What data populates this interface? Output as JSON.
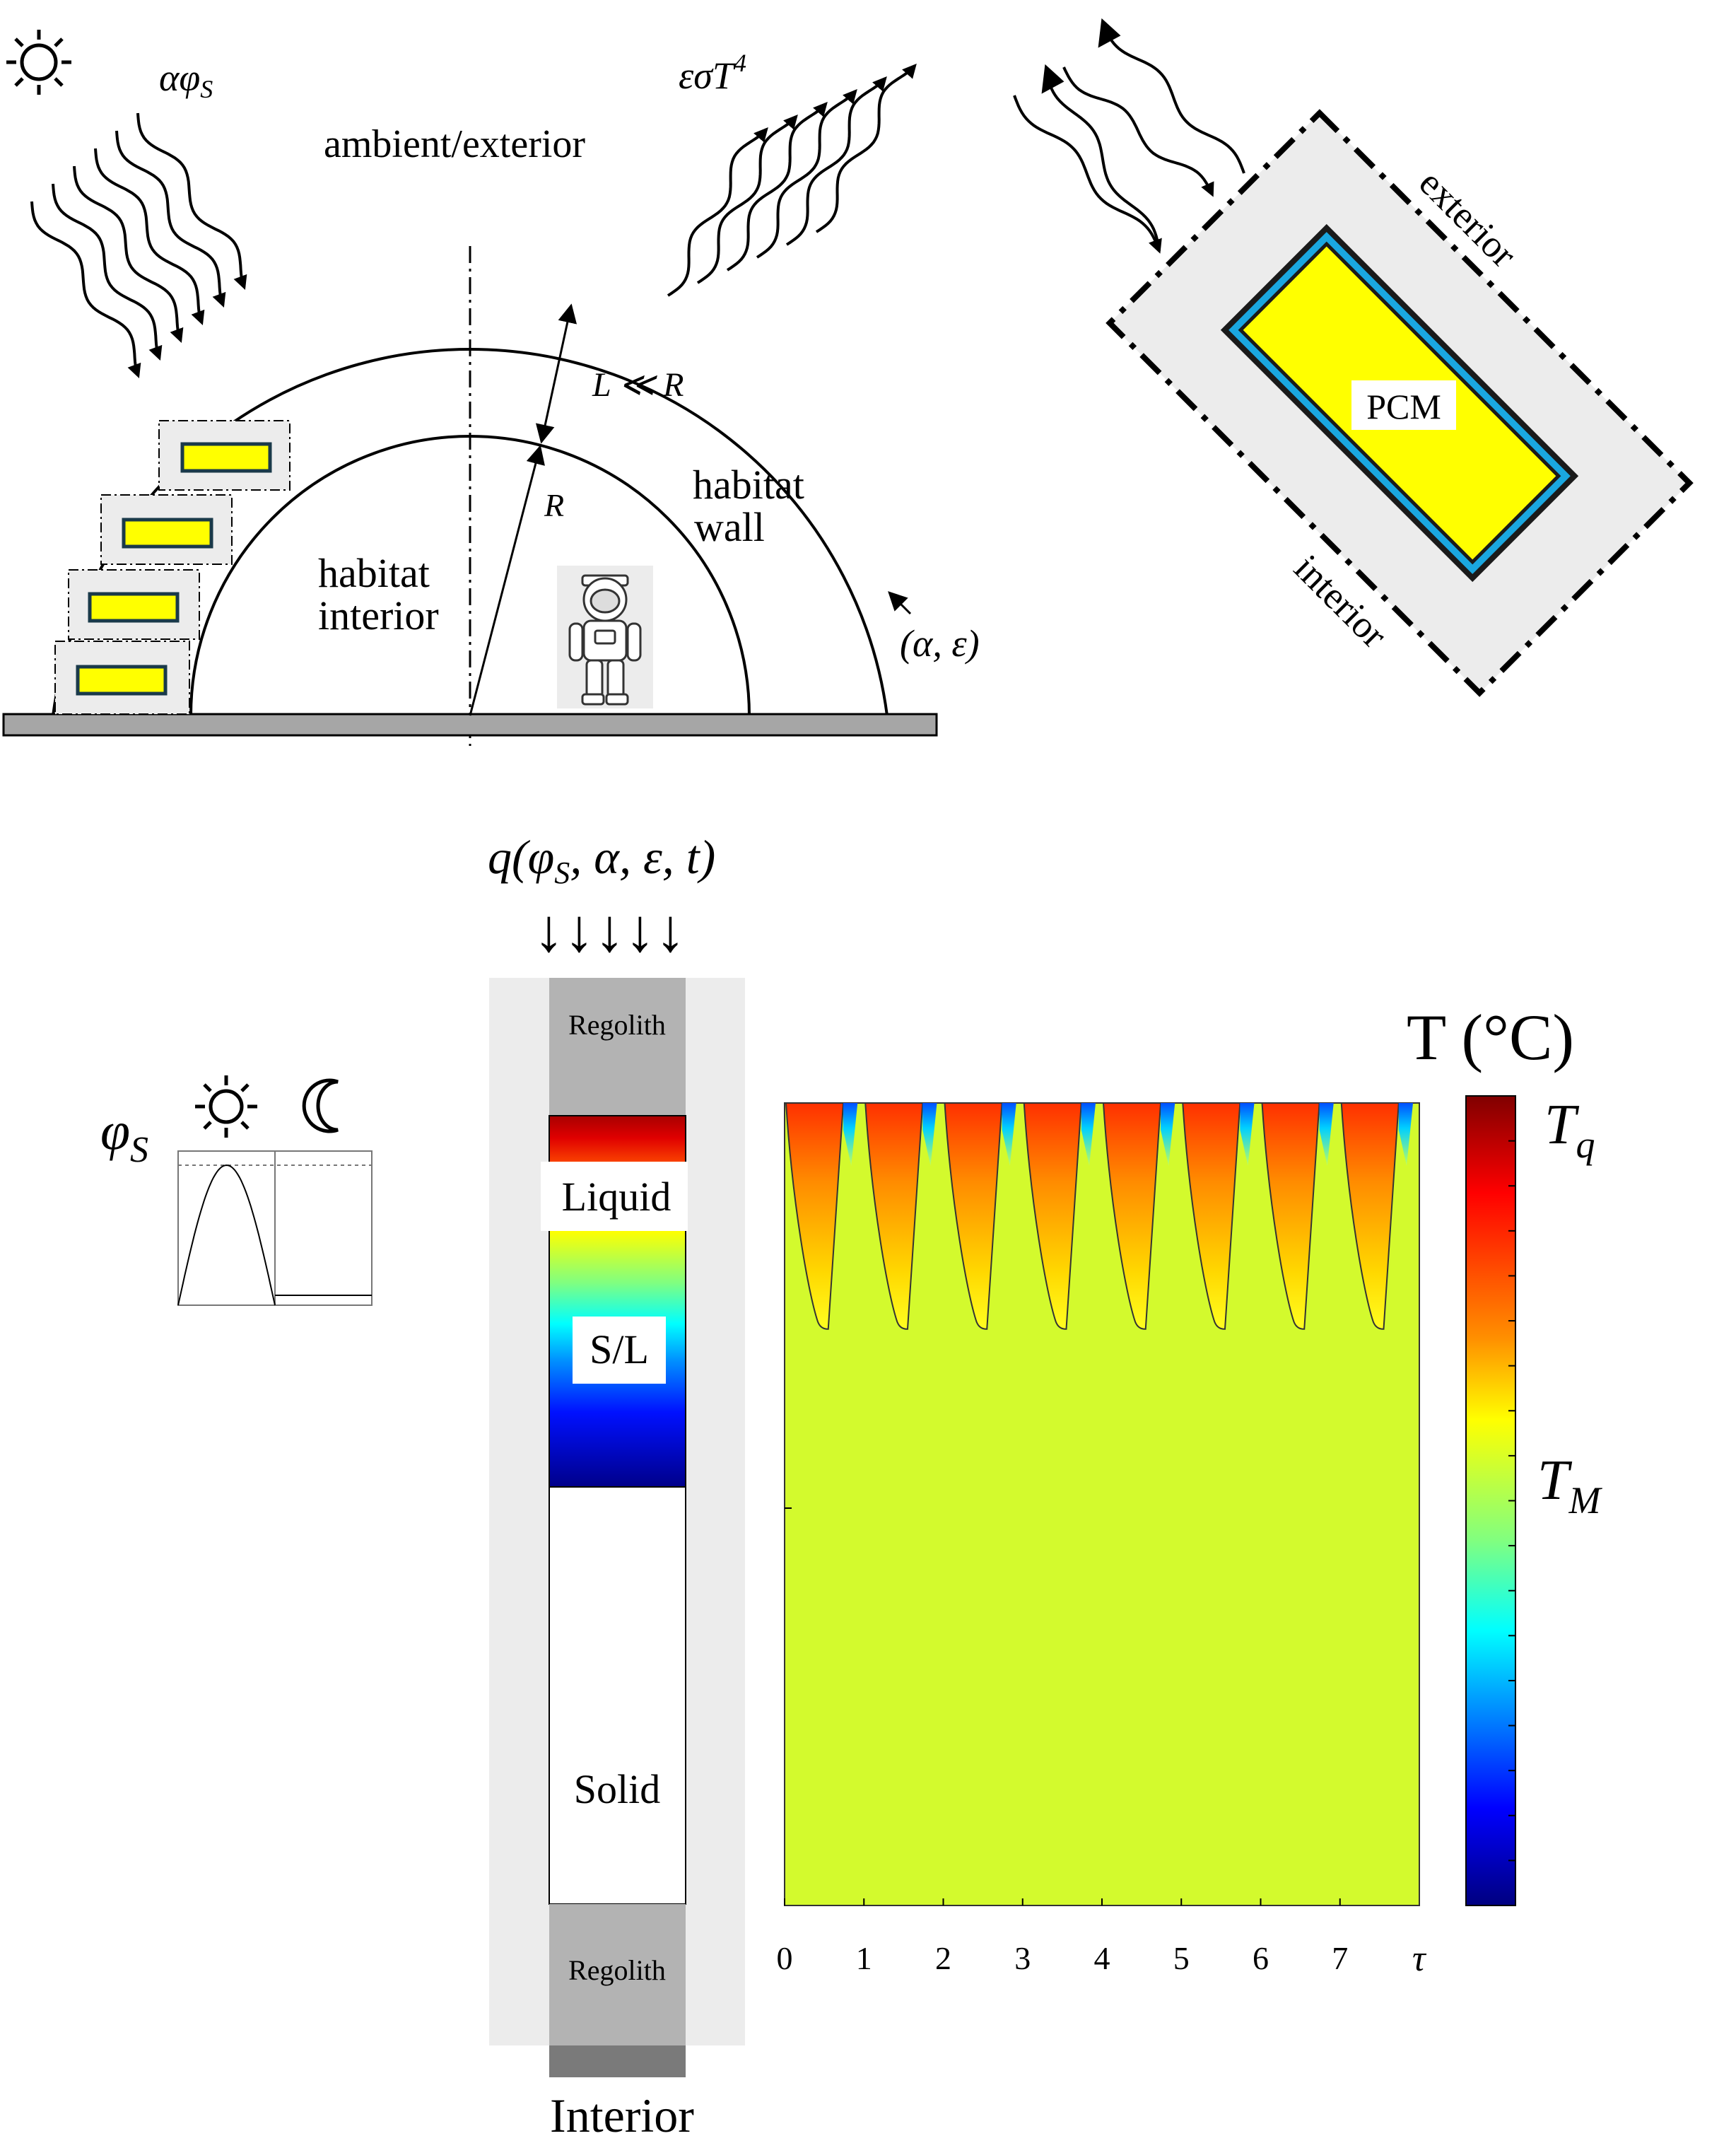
{
  "colors": {
    "ground": "#a6a6a6",
    "panel": "#ececec",
    "regolith": "#b3b3b3",
    "interior_band": "#7a7a7a",
    "pcm_fill": "#ffff00",
    "pcm_border_dark": "#1a3a4a",
    "pcm_border_cyan": "#1aa7e0",
    "contour_green": "#d3fa2d"
  },
  "habitat": {
    "sun_icon": "sun-icon",
    "flux_in_label": "αφ",
    "flux_in_sub": "S",
    "flux_out_label": "εσT",
    "flux_out_sup": "4",
    "ambient_label": "ambient/exterior",
    "thickness_label": "L ≪ R",
    "radius_label": "R",
    "wall_label_1": "habitat",
    "wall_label_2": "wall",
    "interior_label_1": "habitat",
    "interior_label_2": "interior",
    "surface_props_label": "(α, ε)",
    "astronaut_icon": "astronaut-icon"
  },
  "detail": {
    "exterior_label": "exterior",
    "interior_label": "interior",
    "pcm_label": "PCM"
  },
  "flux_cycle": {
    "phi_label": "φ",
    "phi_sub": "S",
    "sun_icon": "sun-icon",
    "moon_icon": "moon-icon",
    "day_fraction": 0.5
  },
  "column": {
    "heat_flux_label": "q(φ",
    "heat_flux_sub": "S",
    "heat_flux_rest": ", α, ε, t)",
    "arrows": "↓↓↓↓↓",
    "regolith_top": "Regolith",
    "liquid": "Liquid",
    "mushy": "S/L",
    "solid": "Solid",
    "regolith_bottom": "Regolith",
    "interior": "Interior"
  },
  "chart_data": {
    "type": "heatmap",
    "title": "",
    "xlabel": "τ",
    "ylabel": "",
    "x_ticks": [
      "0",
      "1",
      "2",
      "3",
      "4",
      "5",
      "6",
      "7"
    ],
    "xlim": [
      0,
      8
    ],
    "cycles": 8,
    "melt_front_max_depth_fraction": 0.28,
    "colorbar": {
      "title": "T (°C)",
      "top_label": "T",
      "top_label_sub": "q",
      "mid_label": "T",
      "mid_label_sub": "M",
      "colormap": "jet"
    }
  }
}
